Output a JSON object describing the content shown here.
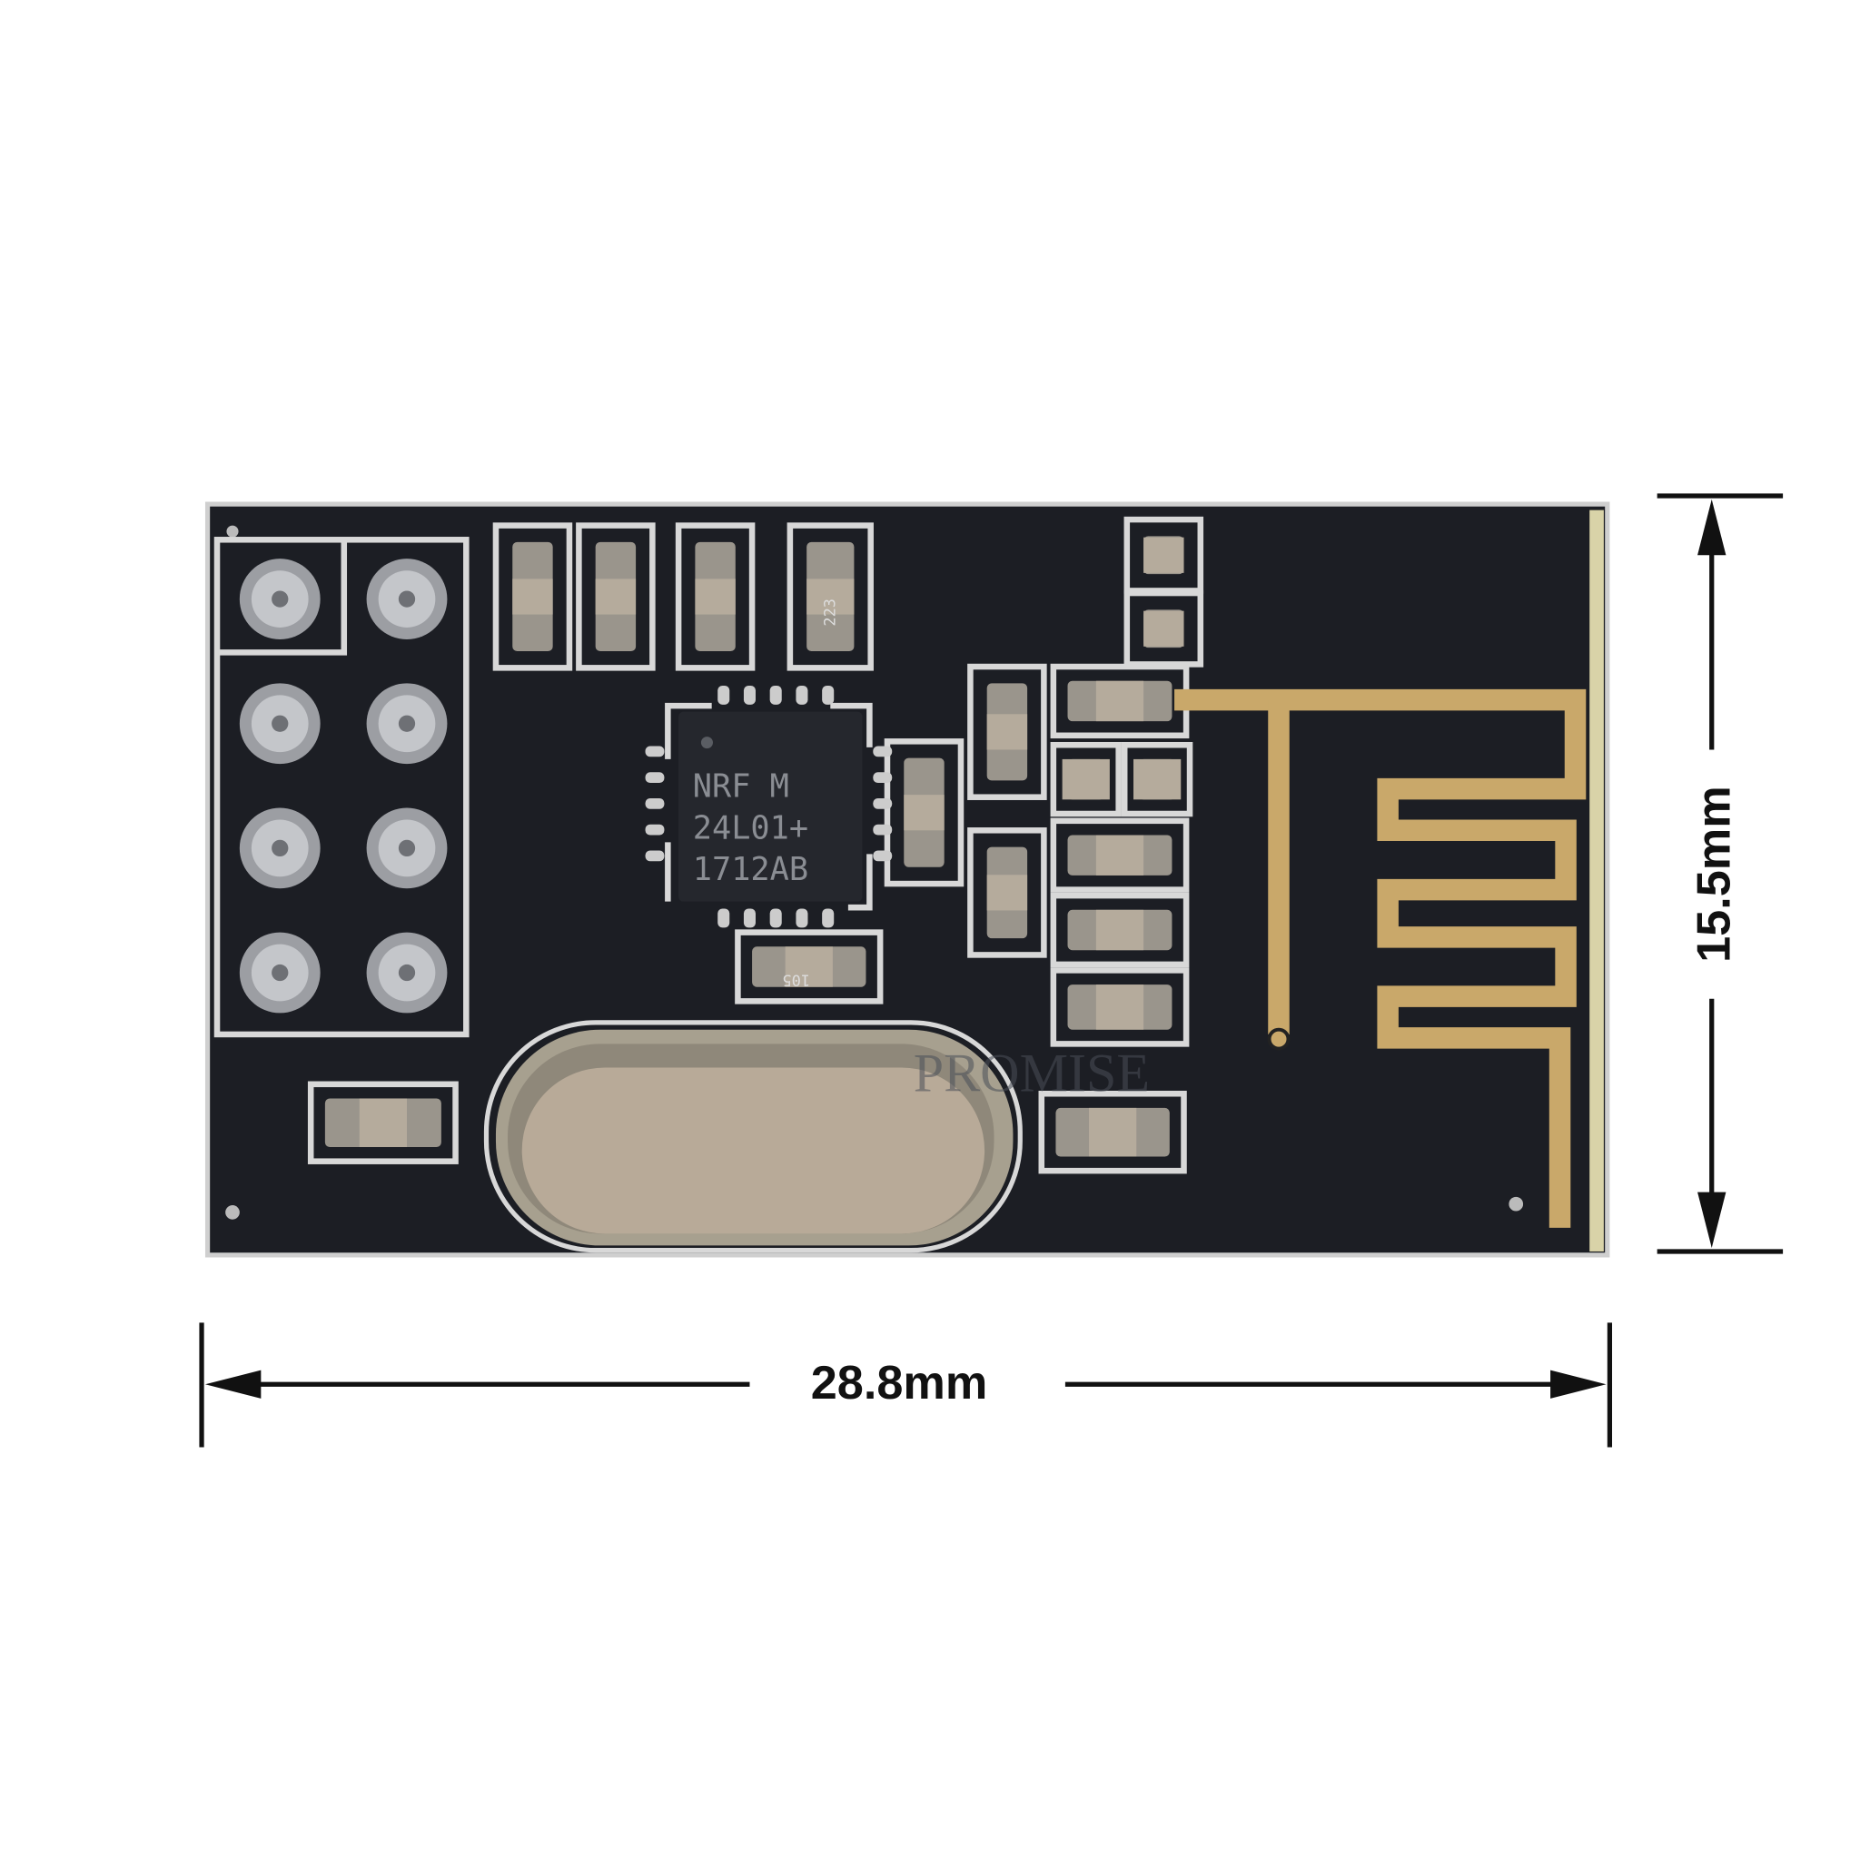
{
  "product": {
    "chip_marking": [
      "NRF M",
      "24L01+",
      "1712AB"
    ],
    "component_labels": {
      "resistor_top": "223",
      "resistor_bottom": "105"
    },
    "watermark": "PROMISE"
  },
  "dimensions": {
    "width_label": "28.8mm",
    "height_label": "15.5mm"
  },
  "colors": {
    "board": "#1c1e24",
    "silkscreen": "#d8d8d8",
    "antenna": "#c9a86a",
    "crystal": "#b8aa98"
  }
}
